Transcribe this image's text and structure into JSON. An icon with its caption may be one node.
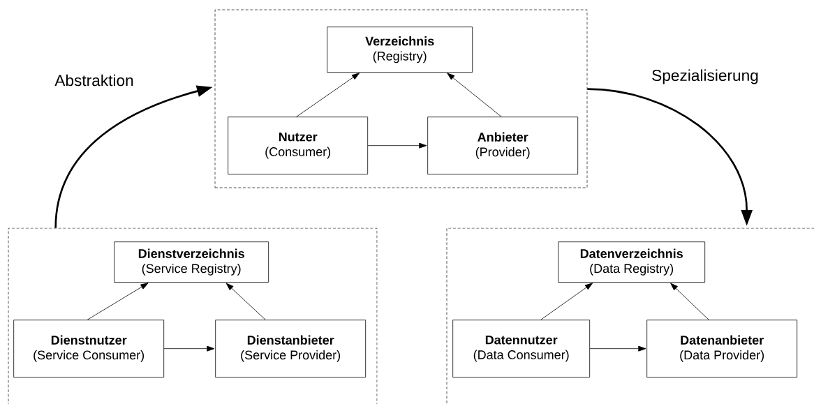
{
  "diagram": {
    "nodes": [
      {
        "text": [],
        "shape": "box"
      },
      {
        "text": [
          "Verzeichnis",
          "(Registry)"
        ],
        "in": 0
      },
      {
        "text": [
          "Nutzer",
          "(Consumer)"
        ],
        "in": 0
      },
      {
        "text": [
          "Anbieter",
          "(Provider)"
        ],
        "in": 0
      },
      {
        "text": [],
        "shape": "box"
      },
      {
        "text": [
          "Dienstverzeichnis",
          "(Service Registry)"
        ],
        "in": 4
      },
      {
        "text": [
          "Dienstnutzer",
          "(Service Consumer)"
        ],
        "in": 4
      },
      {
        "text": [
          "Dienstanbieter",
          "(Service Provider)"
        ],
        "in": 4
      },
      {
        "text": [],
        "shape": "box"
      },
      {
        "text": [
          "Datenverzeichnis",
          "(Data Registry)"
        ],
        "in": 8
      },
      {
        "text": [
          "Datennutzer",
          "(Data Consumer)"
        ],
        "in": 8
      },
      {
        "text": [
          "Datenanbieter",
          "(Data Provider)"
        ],
        "in": 8
      }
    ],
    "edges": [
      {
        "from": 2,
        "to": 1,
        "arrow": "to"
      },
      {
        "from": 3,
        "to": 1,
        "arrow": "to"
      },
      {
        "from": 2,
        "to": 3,
        "arrow": "to"
      },
      {
        "from": 6,
        "to": 5,
        "arrow": "to"
      },
      {
        "from": 7,
        "to": 5,
        "arrow": "to"
      },
      {
        "from": 6,
        "to": 7,
        "arrow": "to"
      },
      {
        "from": 10,
        "to": 9,
        "arrow": "to"
      },
      {
        "from": 11,
        "to": 9,
        "arrow": "to"
      },
      {
        "from": 10,
        "to": 11,
        "arrow": "to"
      },
      {
        "from": 4,
        "to": 0,
        "arrow": "to",
        "label": "Abstraktion",
        "style": "thick"
      },
      {
        "from": 0,
        "to": 8,
        "arrow": "to",
        "label": "Spezialisierung",
        "style": "thick"
      }
    ]
  }
}
